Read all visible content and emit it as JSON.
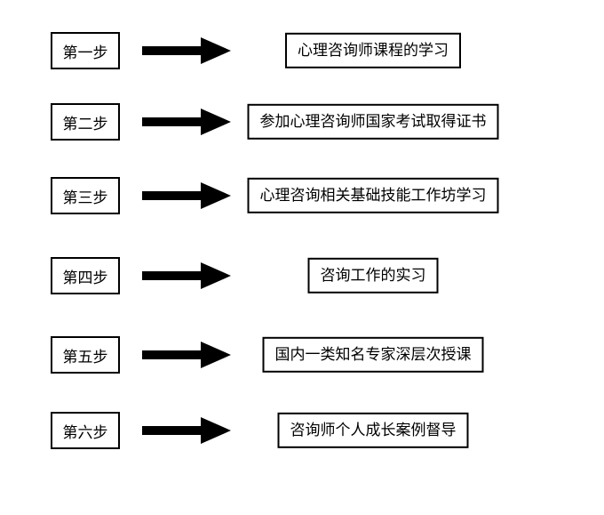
{
  "flowchart": {
    "colors": {
      "background": "#ffffff",
      "box_border": "#000000",
      "text": "#000000",
      "arrow": "#000000"
    },
    "steps": [
      {
        "label": "第一步",
        "description": "心理咨询师课程的学习"
      },
      {
        "label": "第二步",
        "description": "参加心理咨询师国家考试取得证书"
      },
      {
        "label": "第三步",
        "description": "心理咨询相关基础技能工作坊学习"
      },
      {
        "label": "第四步",
        "description": "咨询工作的实习"
      },
      {
        "label": "第五步",
        "description": "国内一类知名专家深层次授课"
      },
      {
        "label": "第六步",
        "description": "咨询师个人成长案例督导"
      }
    ]
  }
}
